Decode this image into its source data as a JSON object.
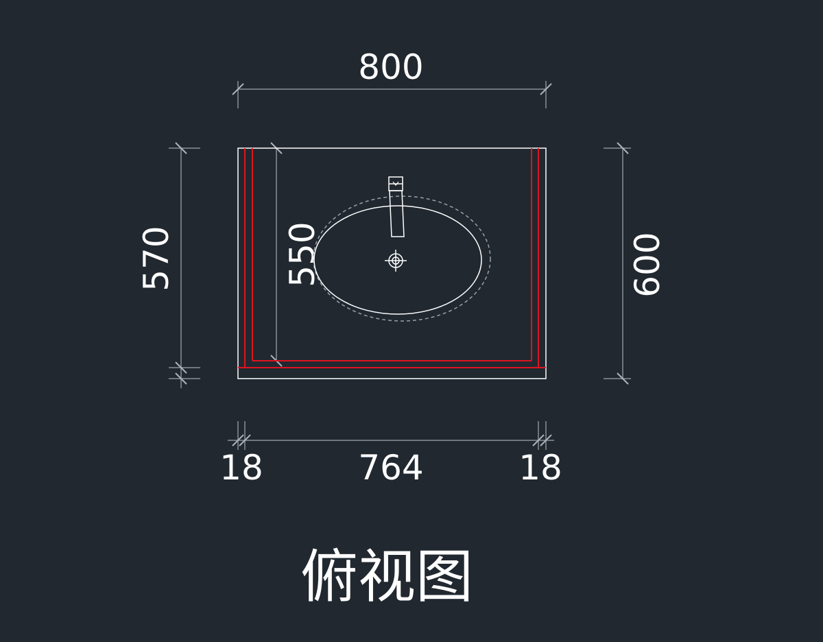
{
  "title": "俯视图",
  "dimensions": {
    "overall_width": "800",
    "overall_depth": "600",
    "cabinet_depth": "570",
    "top_strip": "30",
    "basin_depth": "550",
    "left_panel": "18",
    "inner_width": "764",
    "right_panel": "18"
  },
  "colors": {
    "background": "#212830",
    "outline": "#ffffff",
    "dimension_line": "#8a8f95",
    "panel": "#e0141e"
  }
}
